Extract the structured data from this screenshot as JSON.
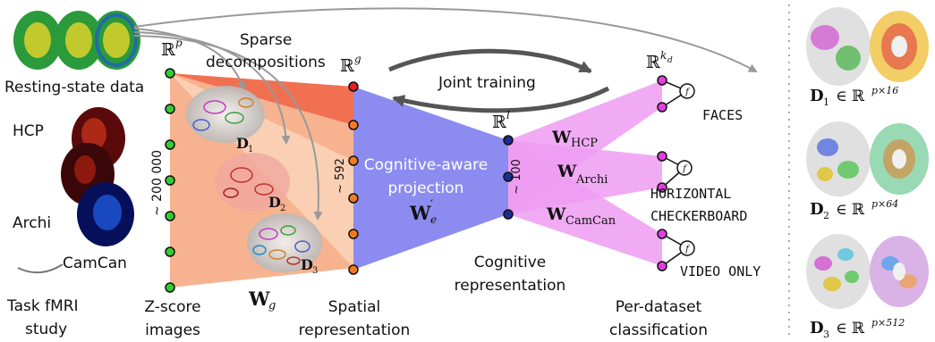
{
  "inputs": {
    "resting_state": "Resting-state data",
    "hcp": "HCP",
    "archi": "Archi",
    "camcan": "CamCan",
    "task_fmri": "Task fMRI",
    "study": "study"
  },
  "sparse": {
    "line1": "Sparse",
    "line2": "decompositions"
  },
  "spaces": {
    "rp_base": "ℝ",
    "rp_sup": "p",
    "rg_base": "ℝ",
    "rg_sup": "g",
    "rl_base": "ℝ",
    "rl_sup": "l",
    "rk_base": "ℝ",
    "rk_sup": "k",
    "rk_sub": "d"
  },
  "dims": {
    "voxels": "~ 200 000",
    "spatial": "~ 592",
    "latent": "~ 100"
  },
  "joint_training": "Joint training",
  "projection": {
    "line1": "Cognitive-aware",
    "line2": "projection",
    "symbol": "W",
    "symbol_prime": "′",
    "symbol_sub": "e"
  },
  "brain_labels": {
    "d1": "D",
    "d1_sub": "1",
    "d2": "D",
    "d2_sub": "2",
    "d3": "D",
    "d3_sub": "3"
  },
  "wg": {
    "symbol": "W",
    "sub": "g"
  },
  "heads": {
    "hcp": {
      "symbol": "W",
      "sub": "HCP"
    },
    "archi": {
      "symbol": "W",
      "sub": "Archi"
    },
    "camcan": {
      "symbol": "W",
      "sub": "CamCan"
    }
  },
  "outputs": {
    "faces": "FACES",
    "horizontal": "HORIZONTAL",
    "checkerboard": "CHECKERBOARD",
    "video": "VIDEO ONLY"
  },
  "neuron_symbol": "f",
  "bottom_labels": {
    "zscore1": "Z-score",
    "zscore2": "images",
    "spatial1": "Spatial",
    "spatial2": "representation",
    "cog1": "Cognitive",
    "cog2": "representation",
    "cls1": "Per-dataset",
    "cls2": "classification"
  },
  "dictionaries": [
    {
      "base": "D",
      "sub": "1",
      "space": "∈ ℝ",
      "sup": "p×16"
    },
    {
      "base": "D",
      "sub": "2",
      "space": "∈ ℝ",
      "sup": "p×64"
    },
    {
      "base": "D",
      "sub": "3",
      "space": "∈ ℝ",
      "sup": "p×512"
    }
  ],
  "colors": {
    "red_fan": "#f0603f",
    "peach_fan": "#f8c9a4",
    "projection": "#8c8cf0",
    "heads": "#ef9cf2",
    "node_green": "#33cc33",
    "node_red": "#e02020",
    "node_orange": "#f07a20",
    "node_blue": "#1a2f8f",
    "node_magenta": "#e23ee0"
  }
}
